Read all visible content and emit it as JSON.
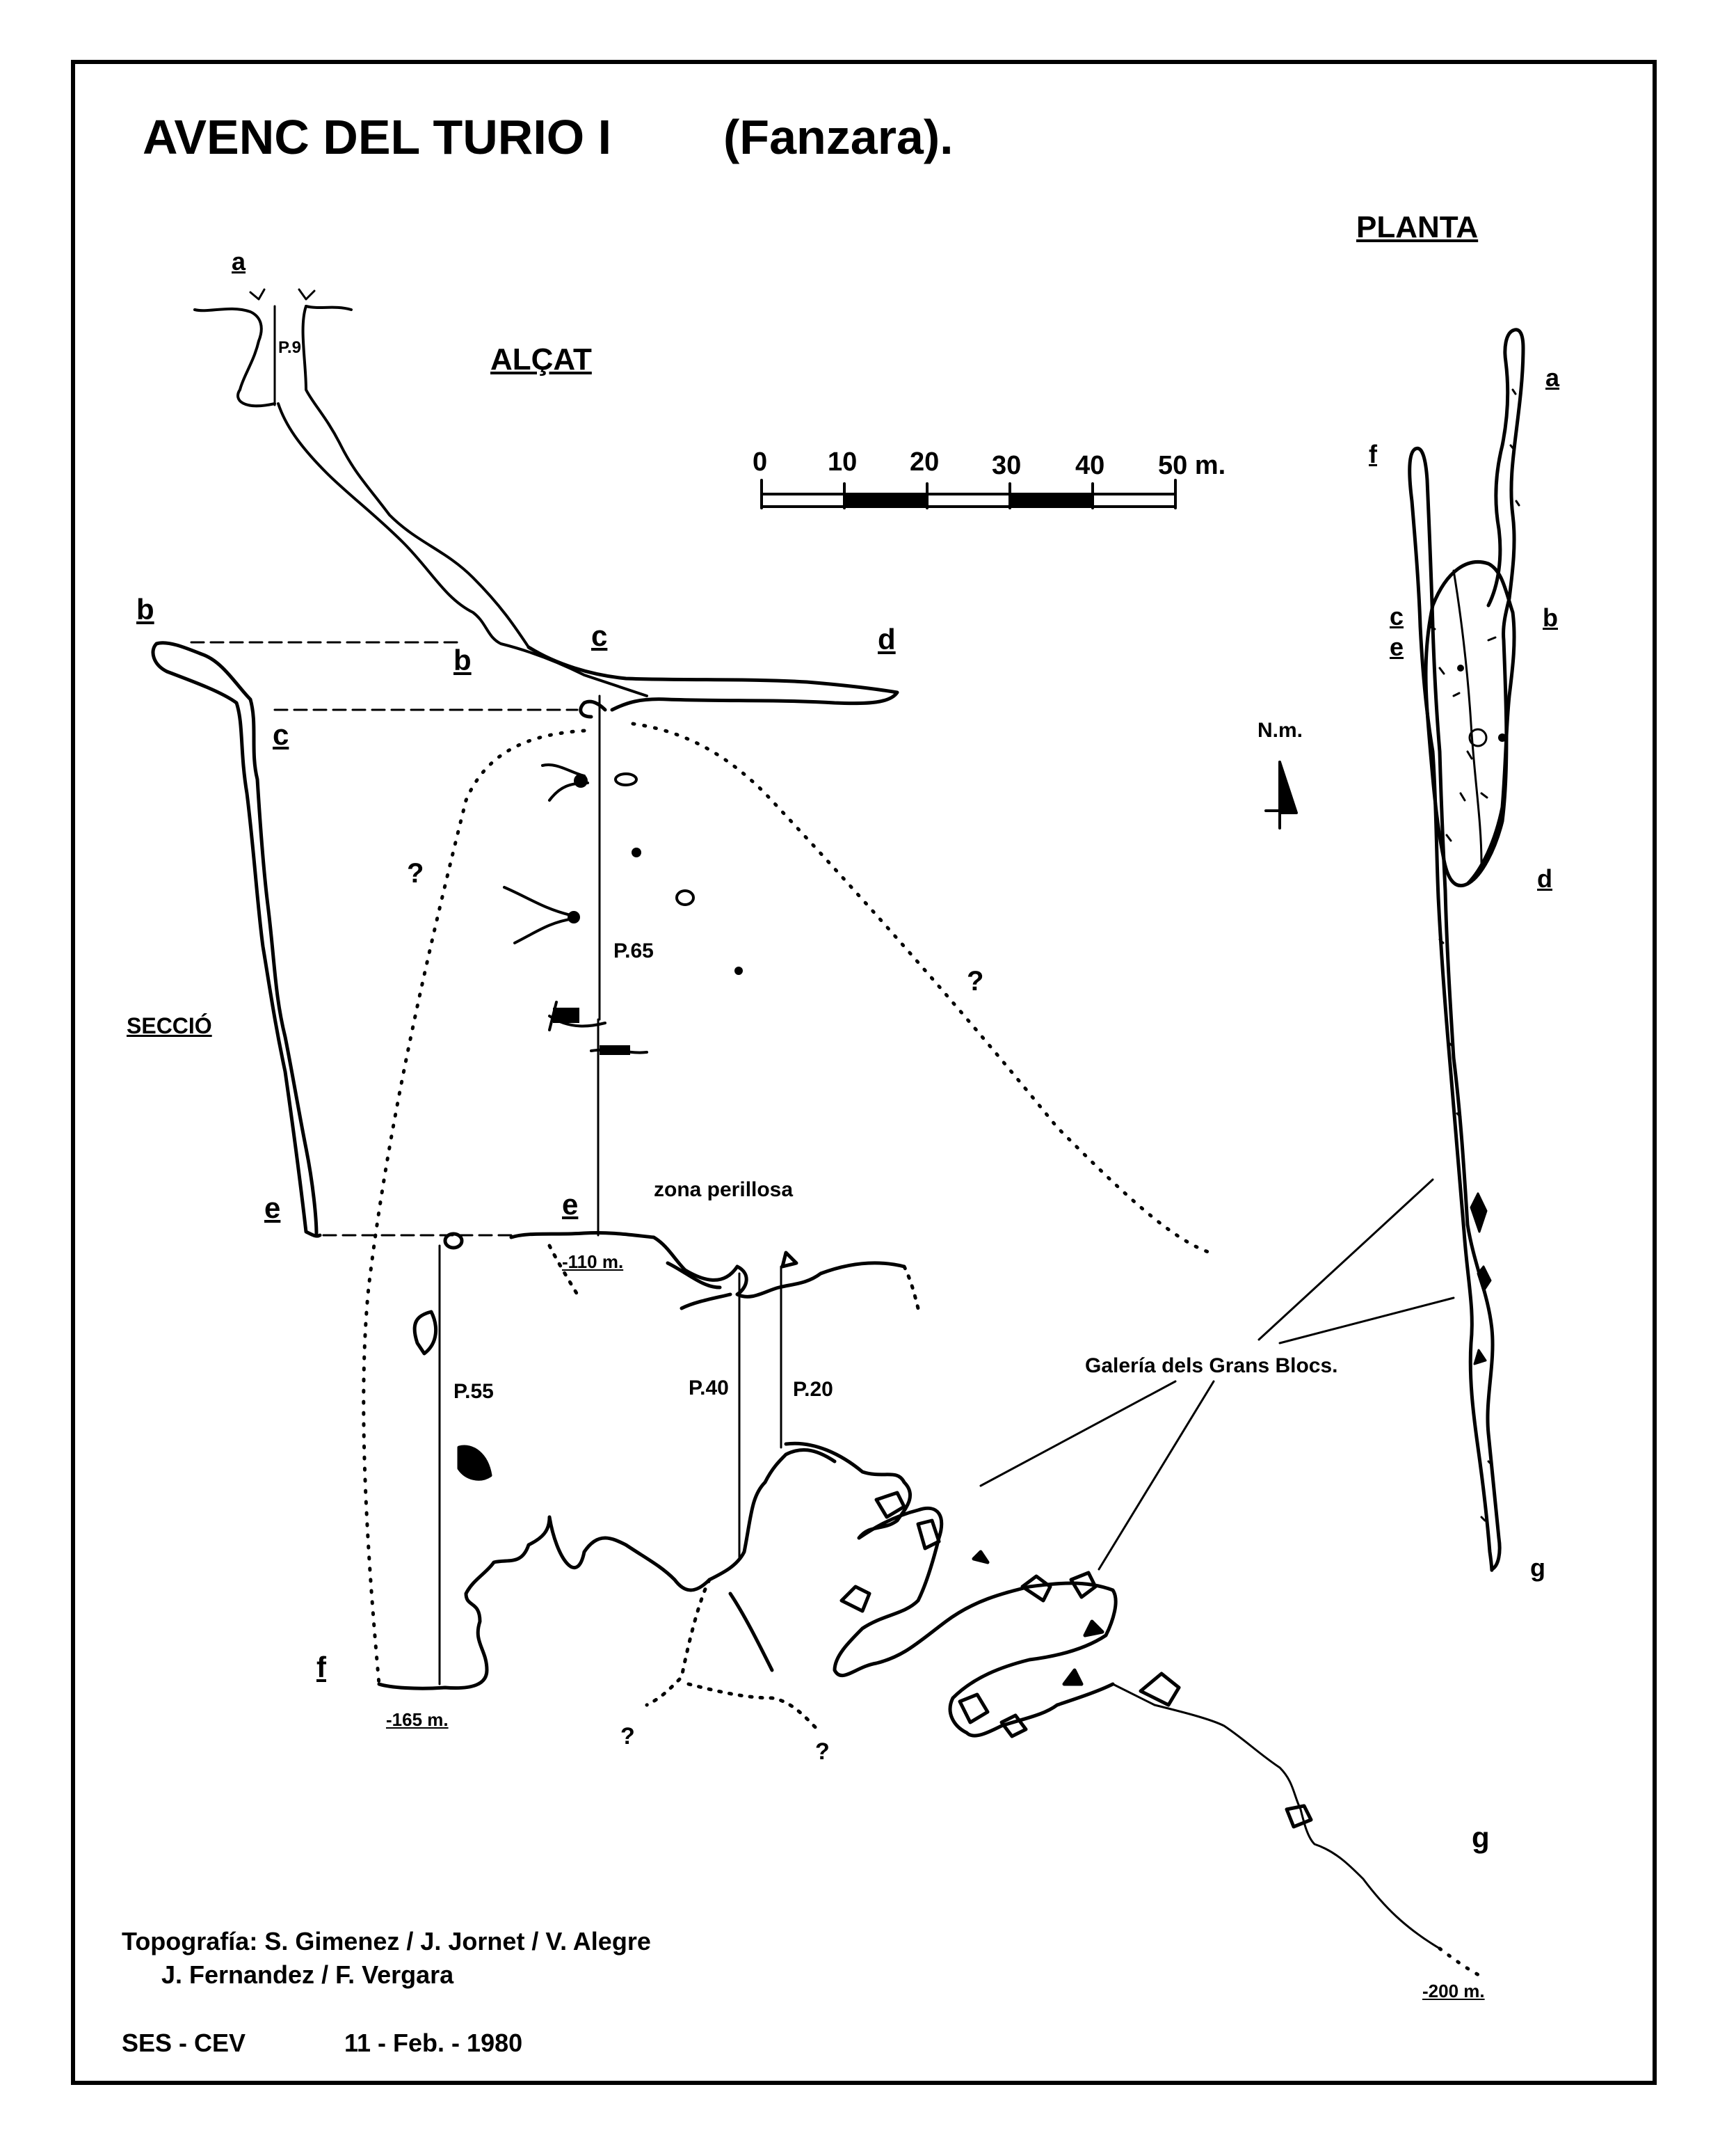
{
  "title": "AVENC  DEL  TURIO I",
  "location": "(Fanzara).",
  "views": {
    "plan": "PLANTA",
    "elevation": "ALÇAT",
    "section": "SECCIÓ"
  },
  "scale": {
    "ticks": [
      "0",
      "10",
      "20",
      "30",
      "40",
      "50 m."
    ]
  },
  "north": "N.m.",
  "points": {
    "a": "a",
    "b": "b",
    "c": "c",
    "d": "d",
    "e": "e",
    "f": "f",
    "g": "g"
  },
  "pitches": {
    "p9": "P.9",
    "p65": "P.65",
    "p55": "P.55",
    "p40": "P.40",
    "p20": "P.20"
  },
  "depths": {
    "d110": "-110 m.",
    "d165": "-165 m.",
    "d200": "-200 m."
  },
  "unknown": "?",
  "notes": {
    "danger": "zona perillosa",
    "gallery": "Galería dels Grans Blocs."
  },
  "credits": {
    "line1": "Topografía:  S. Gimenez  /  J. Jornet  /  V. Alegre",
    "line2": "J. Fernandez  /  F. Vergara",
    "org": "SES - CEV",
    "date": "11 - Feb. - 1980"
  }
}
